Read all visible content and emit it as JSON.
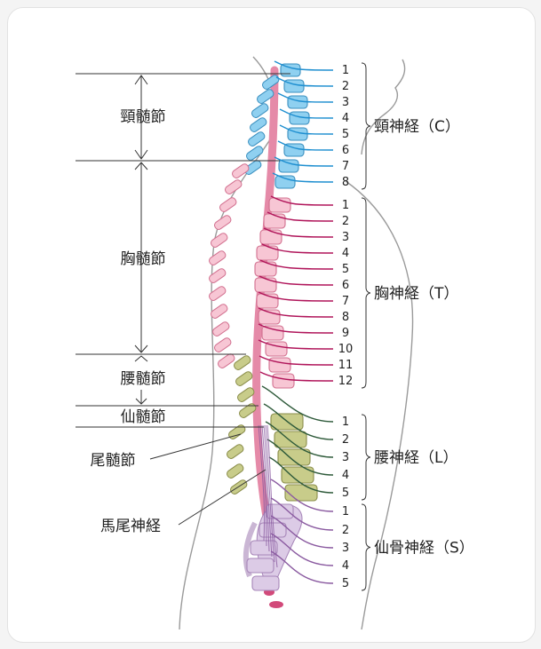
{
  "segments": {
    "cervical": "頸髄節",
    "thoracic": "胸髄節",
    "lumbar": "腰髄節",
    "sacral": "仙髄節",
    "coccygeal": "尾髄節",
    "cauda": "馬尾神経"
  },
  "nerve_groups": [
    {
      "label": "頸神経（C）",
      "color": "#1f8fd0",
      "numbers": [
        "1",
        "2",
        "3",
        "4",
        "5",
        "6",
        "7",
        "8"
      ]
    },
    {
      "label": "胸神経（T）",
      "color": "#b0155a",
      "numbers": [
        "1",
        "2",
        "3",
        "4",
        "5",
        "6",
        "7",
        "8",
        "9",
        "10",
        "11",
        "12"
      ]
    },
    {
      "label": "腰神経（L）",
      "color": "#2e5a3a",
      "numbers": [
        "1",
        "2",
        "3",
        "4",
        "5"
      ]
    },
    {
      "label": "仙骨神経（S）",
      "color": "#8a5aa0",
      "numbers": [
        "1",
        "2",
        "3",
        "4",
        "5"
      ]
    }
  ],
  "colors": {
    "cervical_fill": "#8fd0f0",
    "thoracic_fill": "#f7c6d4",
    "lumbar_fill": "#c8cc8a",
    "sacral_fill": "#dccbe6",
    "body_outline": "#9a9a9a"
  }
}
